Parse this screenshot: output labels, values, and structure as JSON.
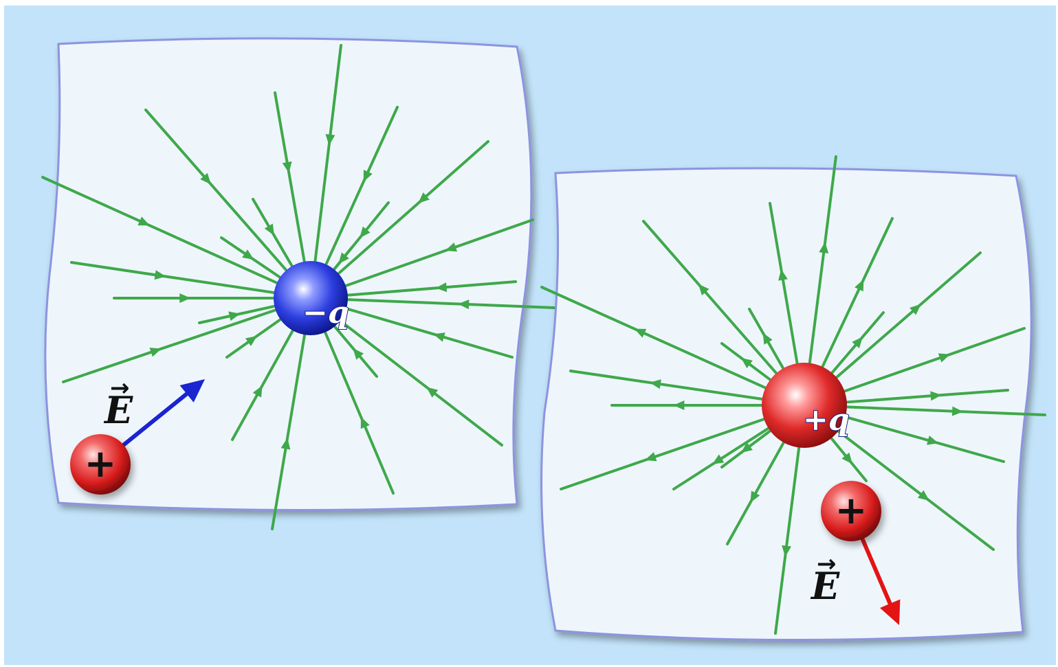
{
  "colors": {
    "background": "#c2e3fa",
    "sheet_fill": "#eef6fc",
    "sheet_stroke": "#8d93e0",
    "field_line": "#3fa84a",
    "negative_charge": "#2636d8",
    "positive_charge": "#e5282b",
    "test_charge": "#e0262c",
    "vector_negative": "#1a24d0",
    "vector_positive": "#e31414"
  },
  "icons": {
    "test_charge": "plus-sign-sphere",
    "source_negative": "blue-sphere",
    "source_positive": "red-sphere"
  },
  "panels": [
    {
      "id": "negative",
      "charge_label": "−q",
      "field_direction": "inward",
      "test_charge_sign": "+",
      "vector_label": "E",
      "vector_arrow": "→"
    },
    {
      "id": "positive",
      "charge_label": "+q",
      "field_direction": "outward",
      "test_charge_sign": "+",
      "vector_label": "E",
      "vector_arrow": "→"
    }
  ]
}
